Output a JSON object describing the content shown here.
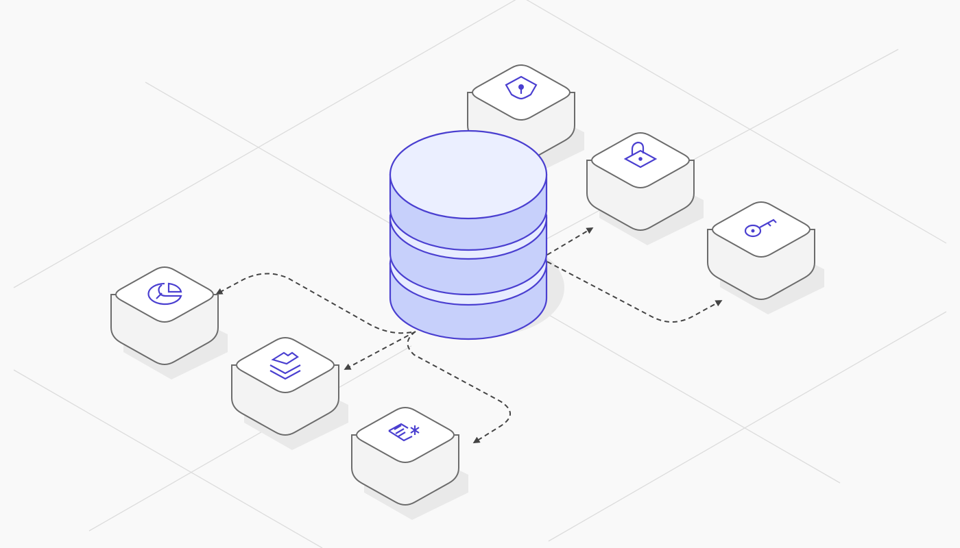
{
  "colors": {
    "background": "#f9f9f9",
    "grid_line": "#dcdcdc",
    "accent": "#4a3fd0",
    "db_fill": "#c7d0fb",
    "db_top_fill": "#ebefff",
    "db_band_fill": "#e7ecff",
    "tile_top": "#ffffff",
    "tile_side": "#f3f3f3",
    "tile_stroke": "#6b6b6b",
    "tile_shadow": "#e9e9e9",
    "connector": "#444444"
  },
  "diagram": {
    "center": {
      "name": "database-icon"
    },
    "tiles": [
      {
        "name": "shield-lock-tile",
        "icon": "shield-keyhole-icon"
      },
      {
        "name": "padlock-tile",
        "icon": "padlock-icon"
      },
      {
        "name": "key-tile",
        "icon": "key-icon"
      },
      {
        "name": "pie-chart-tile",
        "icon": "pie-chart-icon"
      },
      {
        "name": "layers-tile",
        "icon": "stacked-layers-icon"
      },
      {
        "name": "document-tile",
        "icon": "document-asterisk-icon"
      }
    ],
    "connectors": [
      {
        "from": "database",
        "to": "padlock-tile"
      },
      {
        "from": "database",
        "to": "key-tile"
      },
      {
        "from": "database",
        "to": "pie-chart-tile"
      },
      {
        "from": "database",
        "to": "layers-tile"
      },
      {
        "from": "database",
        "to": "document-tile"
      }
    ]
  }
}
